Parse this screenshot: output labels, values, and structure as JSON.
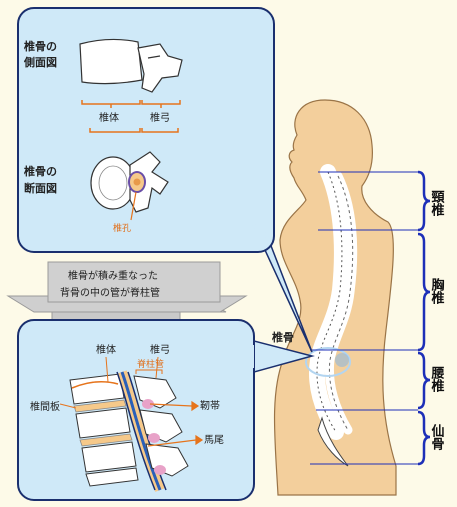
{
  "top_panel": {
    "side_view_label_1": "椎骨の",
    "side_view_label_2": "側面図",
    "body_label": "椎体",
    "arch_label": "椎弓",
    "section_label_1": "椎骨の",
    "section_label_2": "断面図",
    "foramen_label": "椎孔"
  },
  "banner": {
    "line1": "椎骨が積み重なった",
    "line2": "背骨の中の管が脊柱管"
  },
  "bottom_panel": {
    "body_label": "椎体",
    "arch_label": "椎弓",
    "canal_label": "脊柱管",
    "disc_label": "椎間板",
    "ligament_label": "靭帯",
    "cauda_label": "馬尾"
  },
  "figure": {
    "vertebra_label": "椎骨"
  },
  "regions": [
    {
      "label": "頸椎"
    },
    {
      "label": "胸椎"
    },
    {
      "label": "腰椎"
    },
    {
      "label": "仙骨"
    }
  ],
  "colors": {
    "panel_fill": "#cfe9f8",
    "panel_stroke": "#1a2f6e",
    "skin": "#f3cf9c",
    "bracket": "#1d2fb8",
    "orange": "#e6741c",
    "nerve_blue": "#2a5fb8",
    "ligament_pink": "#e8a2c8"
  }
}
